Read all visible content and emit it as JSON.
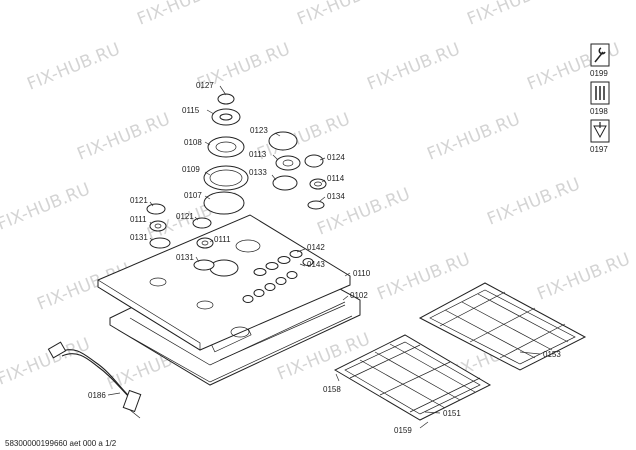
{
  "watermark": "FIX-HUB.RU",
  "footer_text": "58300000199660 aet 000 a 1/2",
  "legend_icons": [
    {
      "label": "0199",
      "icon": "wrench-icon"
    },
    {
      "label": "0198",
      "icon": "screwdriver-set-icon"
    },
    {
      "label": "0197",
      "icon": "grease-icon"
    }
  ],
  "parts": [
    {
      "id": "0127"
    },
    {
      "id": "0115"
    },
    {
      "id": "0108"
    },
    {
      "id": "0123"
    },
    {
      "id": "0113"
    },
    {
      "id": "0124"
    },
    {
      "id": "0109"
    },
    {
      "id": "0133"
    },
    {
      "id": "0114"
    },
    {
      "id": "0107"
    },
    {
      "id": "0134"
    },
    {
      "id": "0121"
    },
    {
      "id": "0111"
    },
    {
      "id": "0121"
    },
    {
      "id": "0131"
    },
    {
      "id": "0111"
    },
    {
      "id": "0142"
    },
    {
      "id": "0131"
    },
    {
      "id": "0143"
    },
    {
      "id": "0110"
    },
    {
      "id": "0102"
    },
    {
      "id": "0186"
    },
    {
      "id": "0153"
    },
    {
      "id": "0158"
    },
    {
      "id": "0151"
    },
    {
      "id": "0159"
    }
  ]
}
